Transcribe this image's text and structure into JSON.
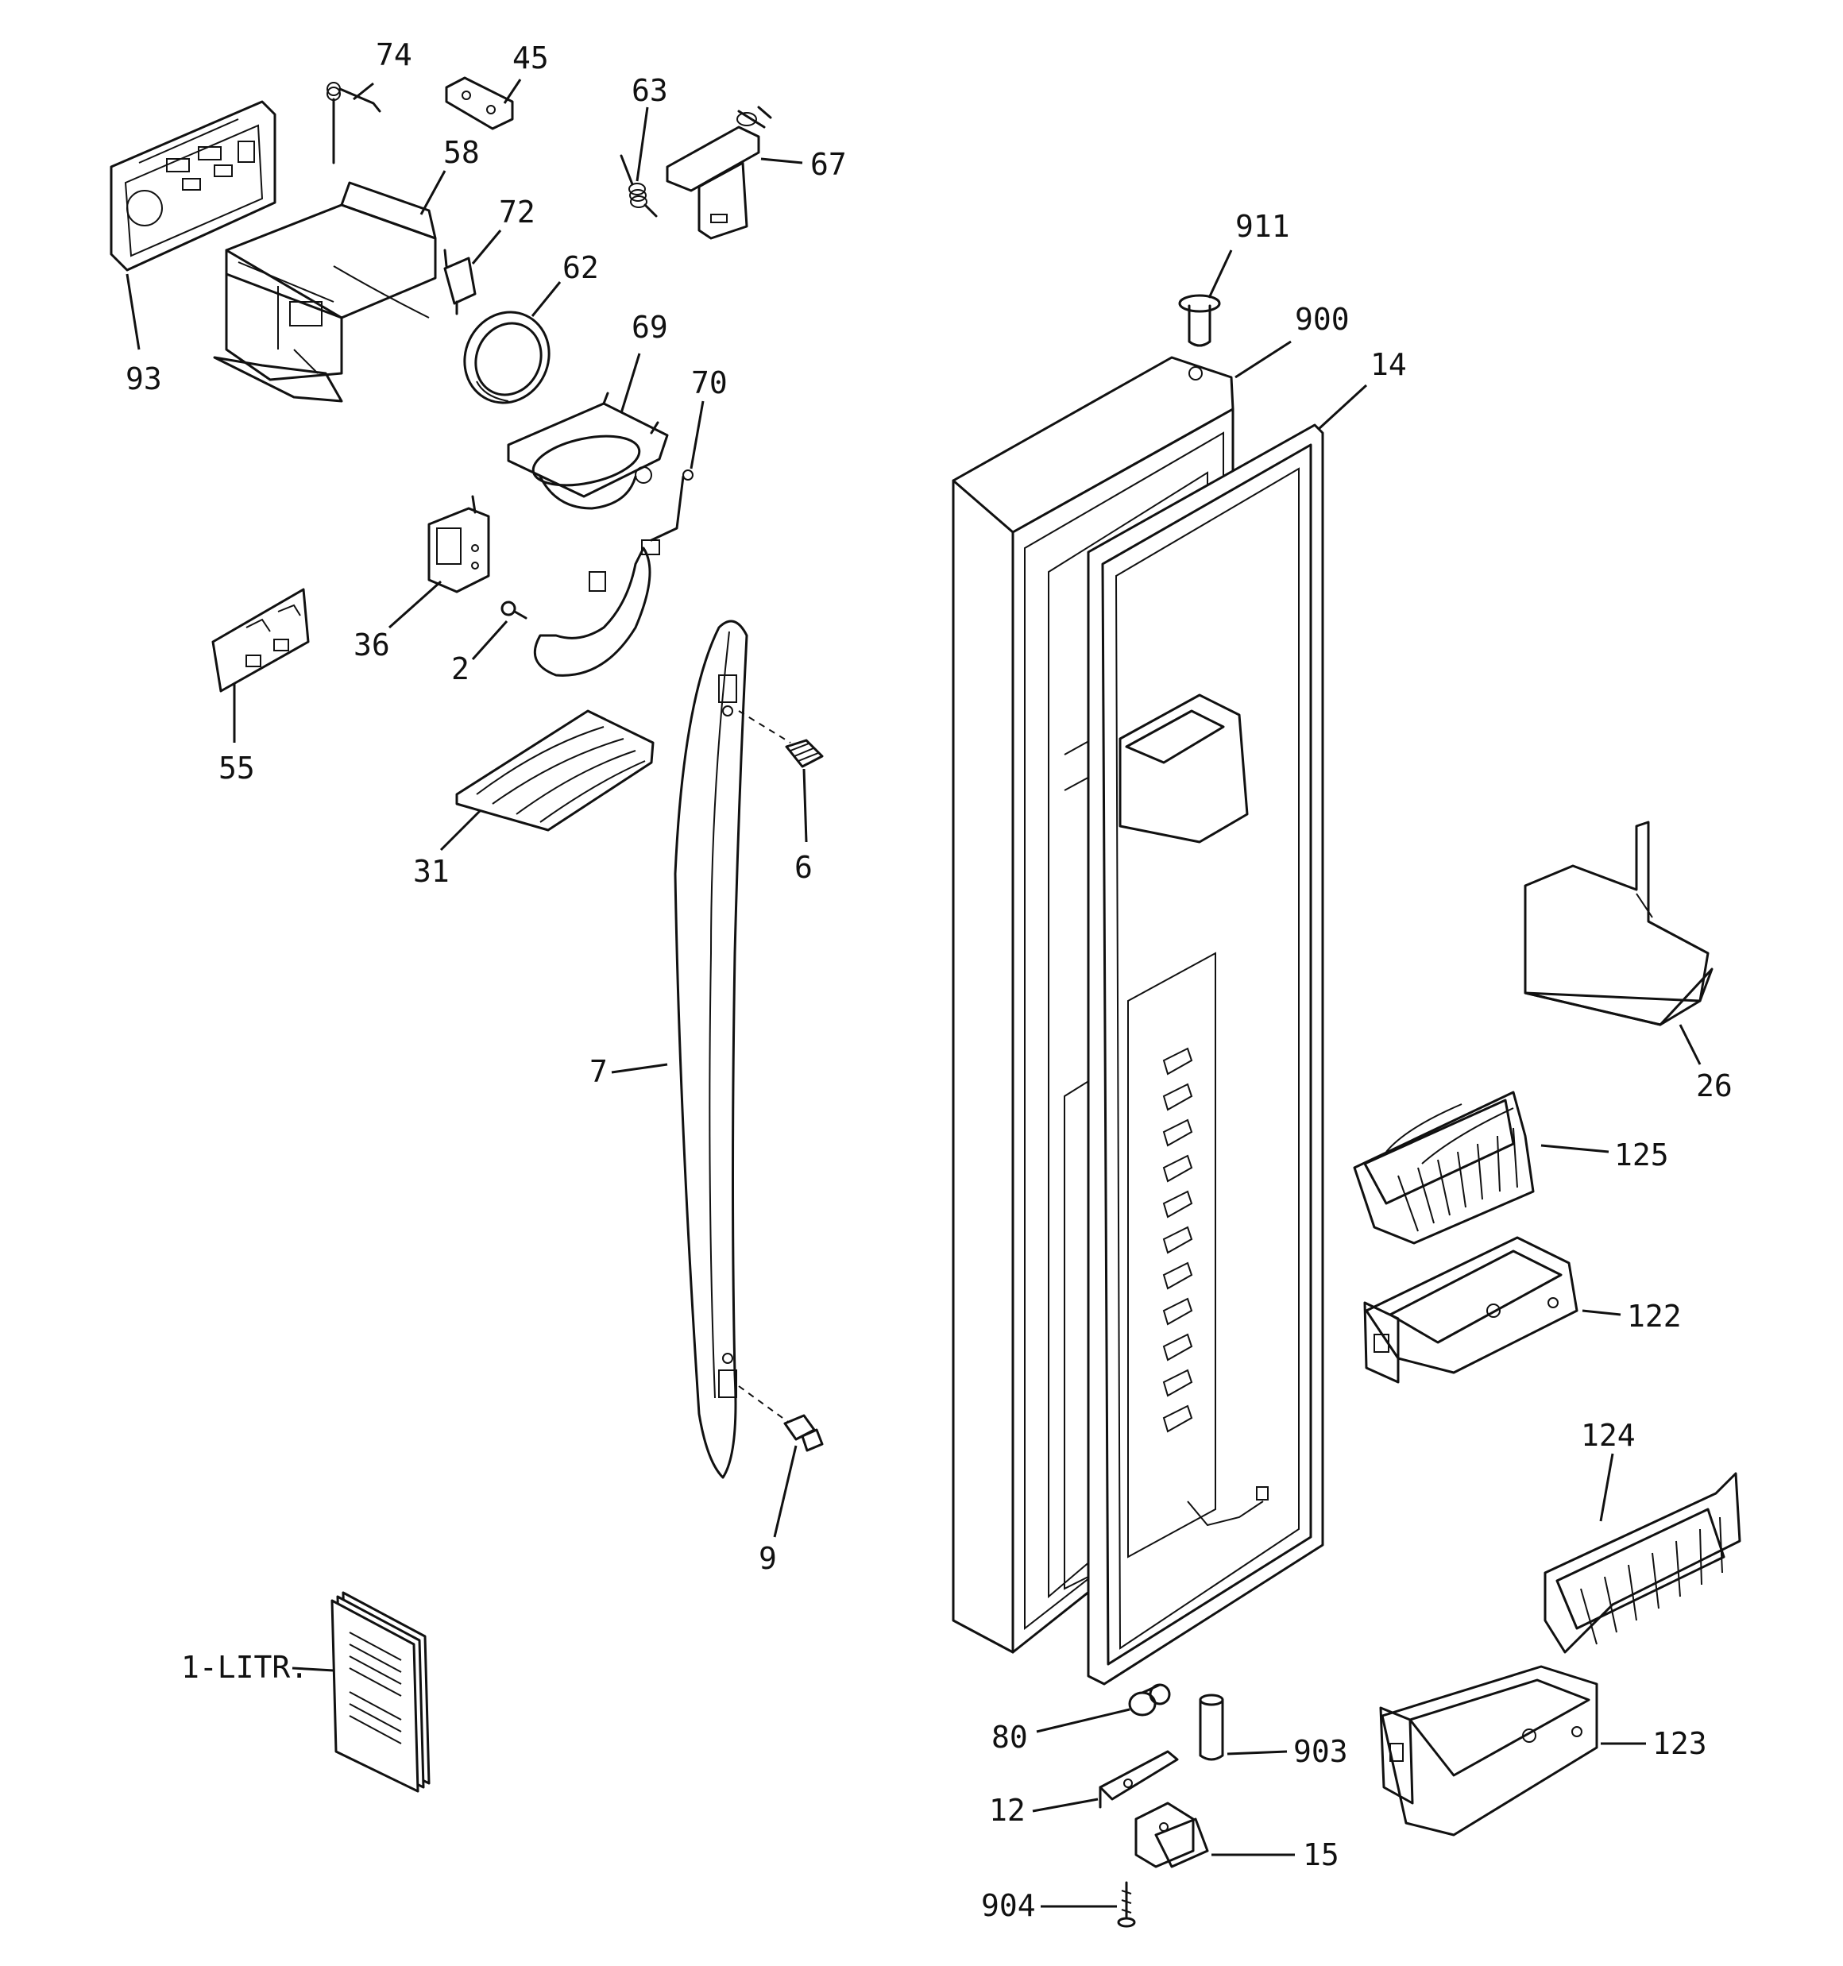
{
  "diagram": {
    "callouts": {
      "p74": "74",
      "p45": "45",
      "p63": "63",
      "p67": "67",
      "p58": "58",
      "p72": "72",
      "p62": "62",
      "p93": "93",
      "p69": "69",
      "p70": "70",
      "p911": "911",
      "p900": "900",
      "p14": "14",
      "p36": "36",
      "p2": "2",
      "p55": "55",
      "p6": "6",
      "p31": "31",
      "p7": "7",
      "p26": "26",
      "p125": "125",
      "p122": "122",
      "p124": "124",
      "p9": "9",
      "p1litr": "1-LITR.",
      "p80": "80",
      "p903": "903",
      "p123": "123",
      "p12": "12",
      "p15": "15",
      "p904": "904"
    }
  }
}
